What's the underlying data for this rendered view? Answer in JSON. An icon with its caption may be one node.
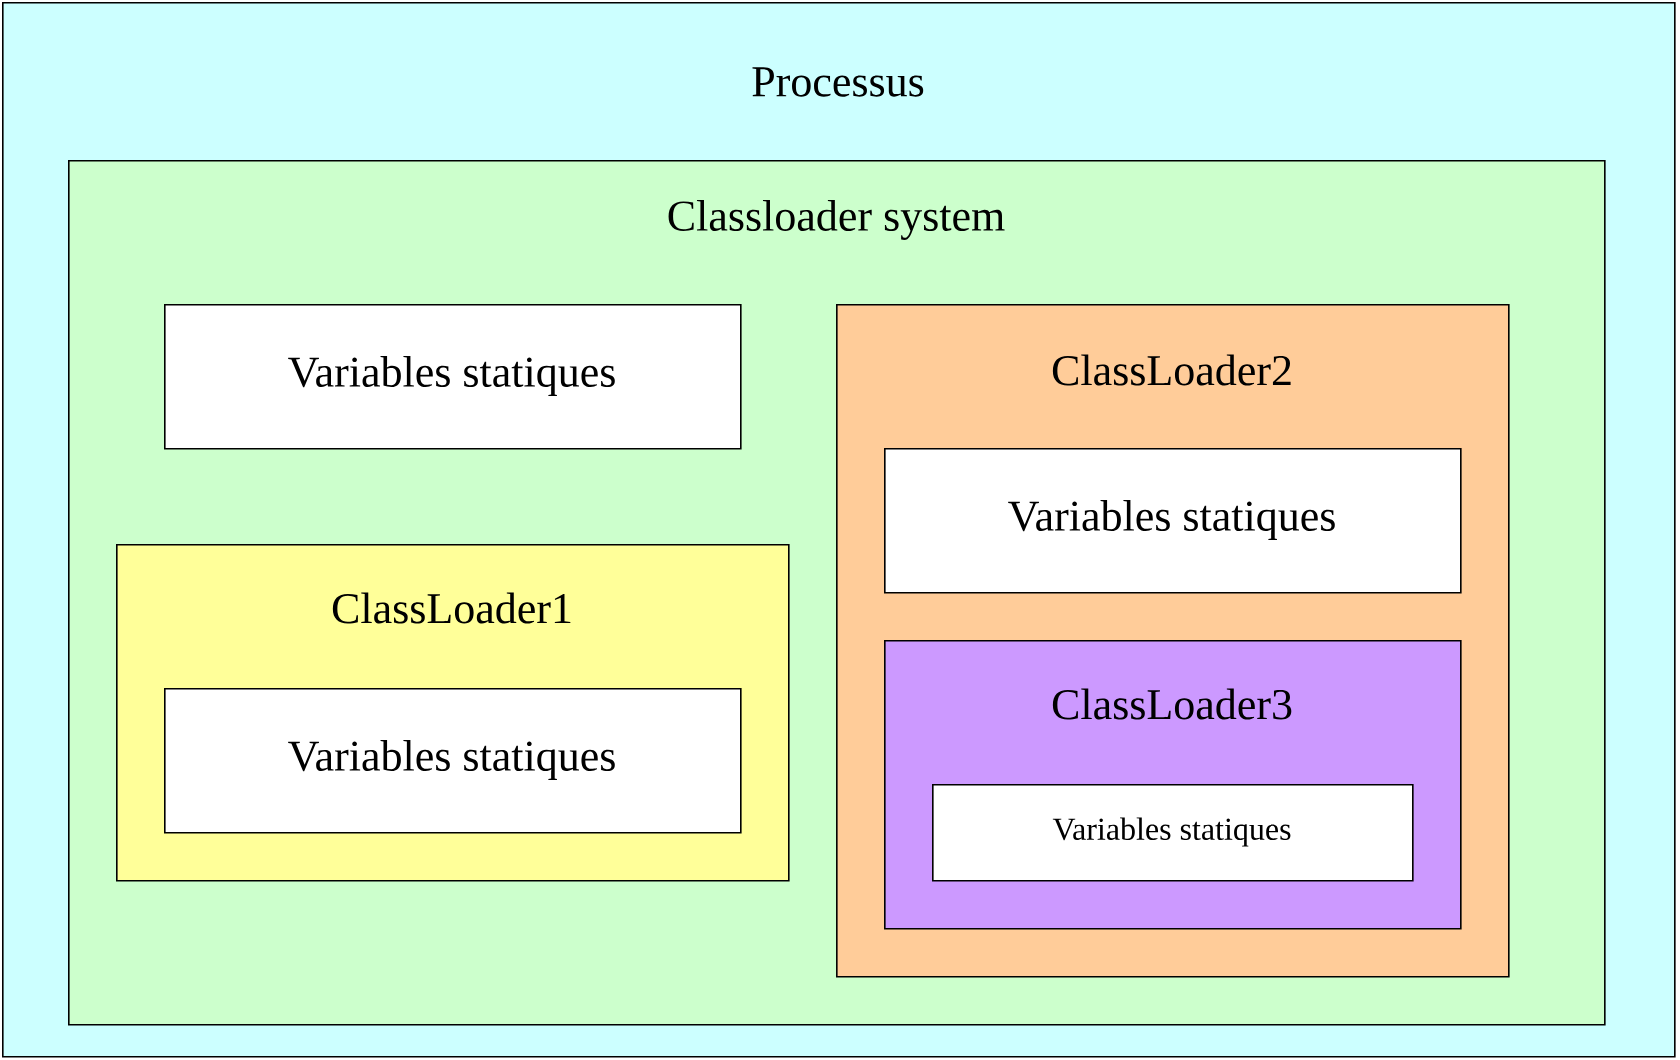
{
  "diagram": {
    "nodes": [
      {
        "text": [
          "Processus"
        ]
      },
      {
        "text": [
          "Classloader system"
        ],
        "in": 0
      },
      {
        "text": [
          "Variables statiques"
        ],
        "in": 1
      },
      {
        "text": [
          "ClassLoader1"
        ],
        "in": 1
      },
      {
        "text": [
          "Variables statiques"
        ],
        "in": 3
      },
      {
        "text": [
          "ClassLoader2"
        ],
        "in": 1
      },
      {
        "text": [
          "Variables statiques"
        ],
        "in": 5
      },
      {
        "text": [
          "ClassLoader3"
        ],
        "in": 5
      },
      {
        "text": [
          "Variables statiques"
        ],
        "in": 7
      }
    ]
  }
}
